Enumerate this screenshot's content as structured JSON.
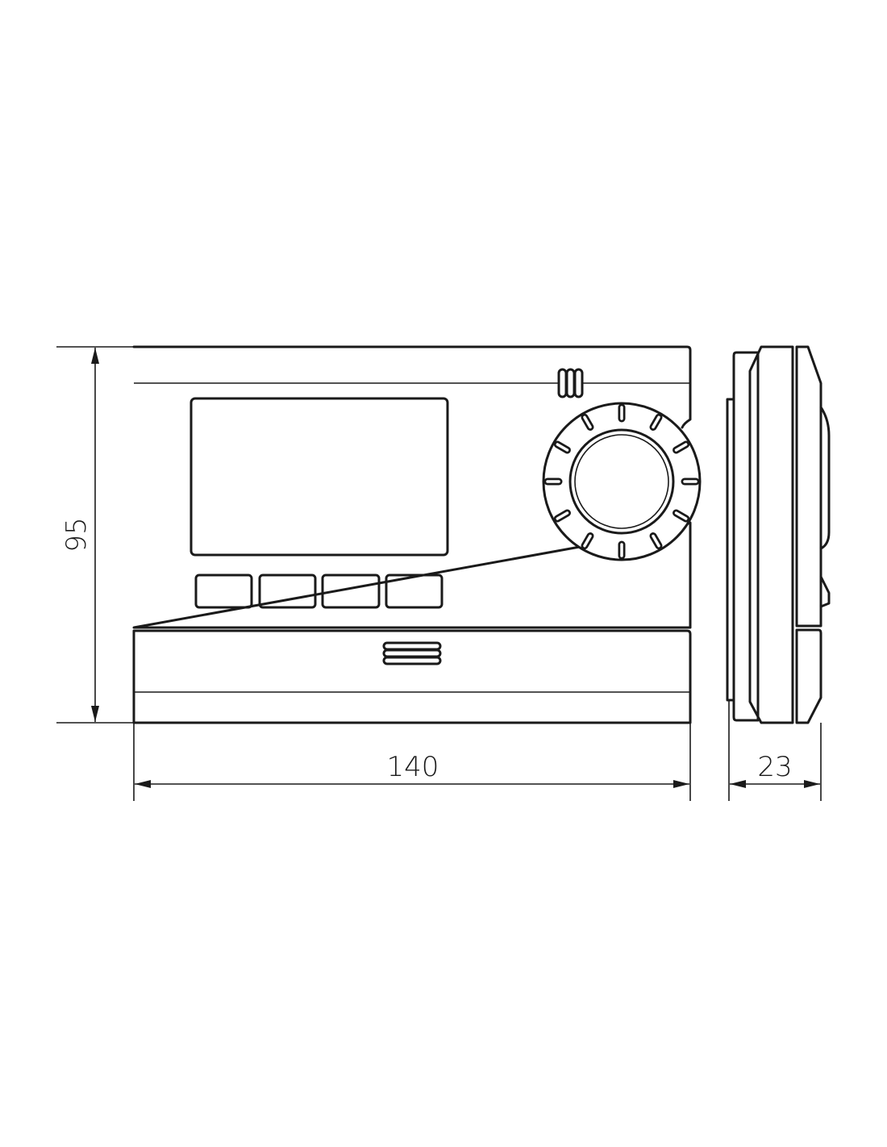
{
  "drawing": {
    "title_hidden": "",
    "dimensions": {
      "height": {
        "value": 95,
        "label": "95"
      },
      "width": {
        "value": 140,
        "label": "140"
      },
      "depth": {
        "value": 23,
        "label": "23"
      }
    },
    "front_view": {
      "buttons": 4,
      "dial_ticks": 12
    },
    "line_color": "#1a1a1a"
  }
}
